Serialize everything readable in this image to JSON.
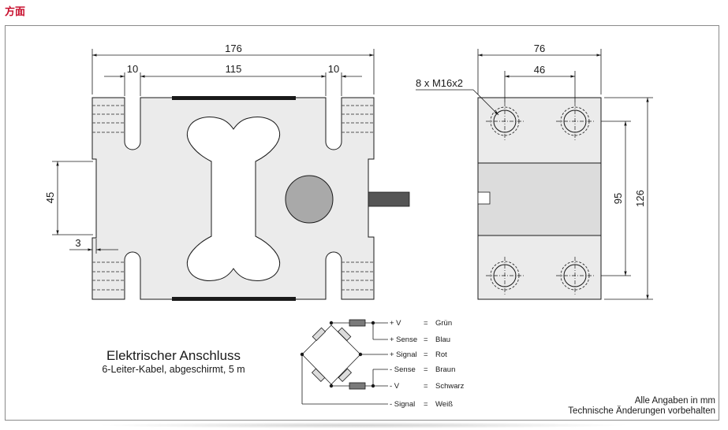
{
  "header": {
    "title": "方面"
  },
  "dimensions": {
    "front": {
      "overall_width": "176",
      "left_slot": "10",
      "center": "115",
      "right_slot": "10",
      "height_span": "45",
      "offset": "3"
    },
    "side": {
      "overall_width": "76",
      "hole_spacing": "46",
      "thread": "8 x M16x2",
      "hole_pitch_vertical": "95",
      "overall_height": "126"
    }
  },
  "wiring": {
    "rows": [
      {
        "terminal": "+ V",
        "eq": "=",
        "color": "Grün"
      },
      {
        "terminal": "+ Sense",
        "eq": "=",
        "color": "Blau"
      },
      {
        "terminal": "+ Signal",
        "eq": "=",
        "color": "Rot"
      },
      {
        "terminal": "- Sense",
        "eq": "=",
        "color": "Braun"
      },
      {
        "terminal": "- V",
        "eq": "=",
        "color": "Schwarz"
      },
      {
        "terminal": "- Signal",
        "eq": "=",
        "color": "Weiß"
      }
    ]
  },
  "electrical": {
    "title": "Elektrischer Anschluss",
    "subtitle": "6-Leiter-Kabel, abgeschirmt, 5 m"
  },
  "notes": {
    "line1": "Alle Angaben in mm",
    "line2": "Technische Änderungen vorbehalten"
  },
  "colors": {
    "header_red": "#c8102e",
    "body_gray": "#ebebeb",
    "gauge_fill": "#a9a9a9",
    "strain_bar": "#1a1a1a"
  }
}
